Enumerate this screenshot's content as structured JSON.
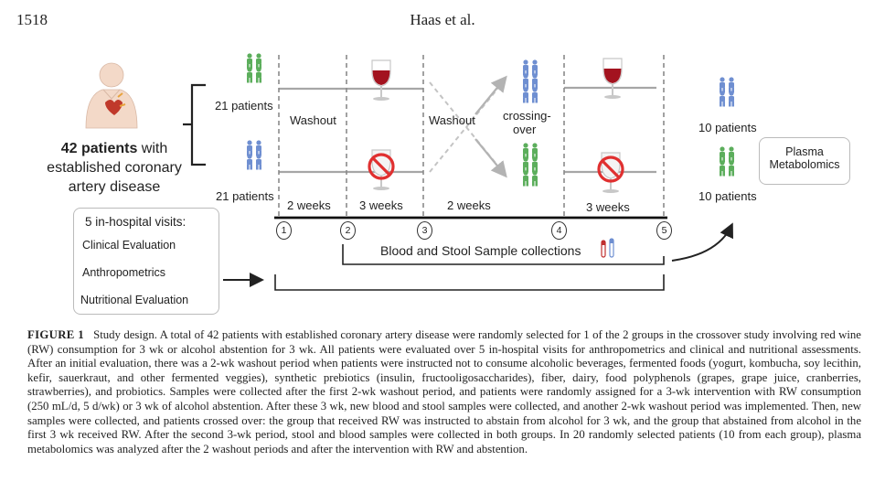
{
  "header": {
    "page_number": "1518",
    "running_head": "Haas et al."
  },
  "diagram": {
    "cohort": {
      "count": "42 patients",
      "description_line1": "with",
      "description_line2": "established coronary",
      "description_line3": "artery disease"
    },
    "group_top_label": "21 patients",
    "group_bottom_label": "21 patients",
    "washout_label_1": "Washout",
    "washout_label_2": "Washout",
    "crossing_label_1": "crossing-",
    "crossing_label_2": "over",
    "durations": [
      "2 weeks",
      "3 weeks",
      "2 weeks",
      "3 weeks"
    ],
    "visit_numbers": [
      "1",
      "2",
      "3",
      "4",
      "5"
    ],
    "sample_collection_label": "Blood and Stool Sample collections",
    "visits_box": {
      "title": "5 in-hospital visits:",
      "items": [
        "Clinical Evaluation",
        "Anthropometrics",
        "Nutritional Evaluation"
      ]
    },
    "subset_top_label": "10 patients",
    "subset_bottom_label": "10 patients",
    "plasma_box_line1": "Plasma",
    "plasma_box_line2": "Metabolomics",
    "colors": {
      "group_green": "#5cae5c",
      "group_blue": "#6f8fd1",
      "wine_red": "#a3131f",
      "prohibit_red": "#e03030",
      "arrow_gray": "#b3b3b3",
      "timeline": "#111111"
    }
  },
  "caption": {
    "figure_label": "FIGURE 1",
    "text": "Study design. A total of 42 patients with established coronary artery disease were randomly selected for 1 of the 2 groups in the crossover study involving red wine (RW) consumption for 3 wk or alcohol abstention for 3 wk. All patients were evaluated over 5 in-hospital visits for anthropometrics and clinical and nutritional assessments. After an initial evaluation, there was a 2-wk washout period when patients were instructed not to consume alcoholic beverages, fermented foods (yogurt, kombucha, soy lecithin, kefir, sauerkraut, and other fermented veggies), synthetic prebiotics (insulin, fructooligosaccharides), fiber, dairy, food polyphenols (grapes, grape juice, cranberries, strawberries), and probiotics. Samples were collected after the first 2-wk washout period, and patients were randomly assigned for a 3-wk intervention with RW consumption (250 mL/d, 5 d/wk) or 3 wk of alcohol abstention. After these 3 wk, new blood and stool samples were collected, and another 2-wk washout period was implemented. Then, new samples were collected, and patients crossed over: the group that received RW was instructed to abstain from alcohol for 3 wk, and the group that abstained from alcohol in the first 3 wk received RW. After the second 3-wk period, stool and blood samples were collected in both groups. In 20 randomly selected patients (10 from each group), plasma metabolomics was analyzed after the 2 washout periods and after the intervention with RW and abstention."
  }
}
